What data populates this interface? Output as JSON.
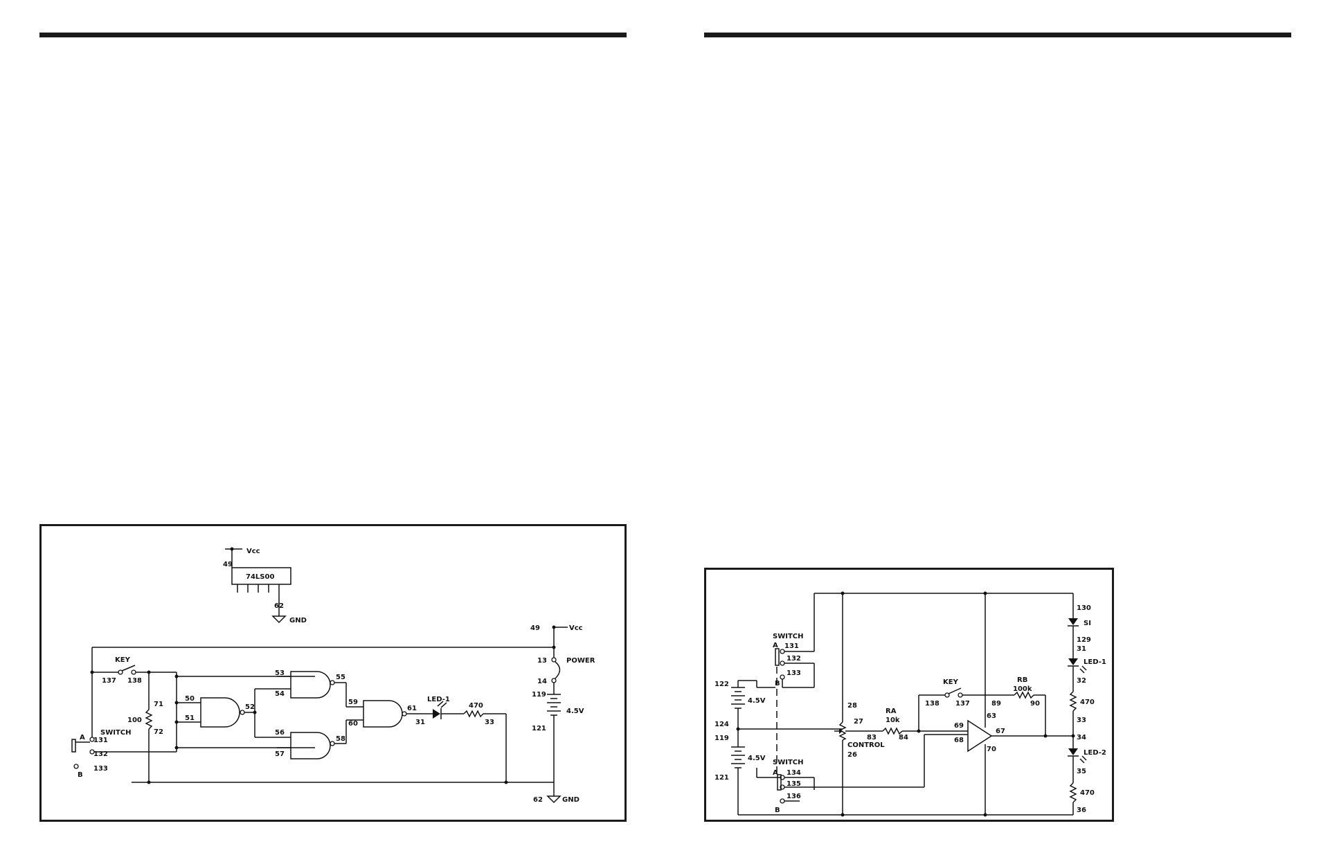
{
  "schematic1": {
    "vcc_top": "Vcc",
    "vcc_top_node": "49",
    "ic_label": "74LS00",
    "gnd_top_node": "62",
    "gnd_top": "GND",
    "vcc_right_node": "49",
    "vcc_right": "Vcc",
    "power_label": "POWER",
    "power_in": "13",
    "power_out": "14",
    "battery_plus_node": "119",
    "battery_minus_node": "121",
    "battery_label": "4.5V",
    "gnd_right_node": "62",
    "gnd_right": "GND",
    "key_label": "KEY",
    "key_n1": "137",
    "key_n2": "138",
    "resistor_label": "100",
    "resistor_n1": "71",
    "resistor_n2": "72",
    "switch_label": "SWITCH",
    "switch_a": "A",
    "switch_b": "B",
    "switch_n131": "131",
    "switch_n132": "132",
    "switch_n133": "133",
    "gate1_in1": "50",
    "gate1_in2": "51",
    "gate1_out": "52",
    "gate2_in1": "53",
    "gate2_in2": "54",
    "gate2_out": "55",
    "gate3_in1": "56",
    "gate3_in2": "57",
    "gate3_out": "58",
    "gate4_in1": "59",
    "gate4_in2": "60",
    "gate4_out": "61",
    "led_label": "LED-1",
    "led_node": "31",
    "r470_label": "470",
    "r470_node": "33"
  },
  "schematic2": {
    "switch_top_label": "SWITCH",
    "switch_top_a": "A",
    "switch_top_b": "B",
    "n131": "131",
    "n132": "132",
    "n133": "133",
    "battery1_top": "122",
    "battery1_label": "4.5V",
    "battery1_bottom": "124",
    "battery2_top": "119",
    "battery2_label": "4.5V",
    "battery2_bottom": "121",
    "switch_bot_label": "SWITCH",
    "switch_bot_a": "A",
    "switch_bot_b": "B",
    "n134": "134",
    "n135": "135",
    "n136": "136",
    "pot_top": "28",
    "pot_wiper": "27",
    "pot_bottom": "26",
    "pot_label": "CONTROL",
    "ra_label": "RA",
    "ra_value": "10k",
    "ra_n1": "83",
    "ra_n2": "84",
    "key_label": "KEY",
    "key_n1": "138",
    "key_n2": "137",
    "rb_label": "RB",
    "rb_value": "100k",
    "rb_n1": "89",
    "rb_n2": "90",
    "op_n69": "69",
    "op_n68": "68",
    "op_n63": "63",
    "op_n67": "67",
    "op_n70": "70",
    "si_top": "130",
    "si_label": "SI",
    "si_bottom": "129",
    "led1_top": "31",
    "led1_label": "LED-1",
    "led1_bottom": "32",
    "r1_label": "470",
    "r1_bottom": "33",
    "mid_node": "34",
    "led2_label": "LED-2",
    "led2_bottom": "35",
    "r2_label": "470",
    "r2_bottom": "36"
  }
}
